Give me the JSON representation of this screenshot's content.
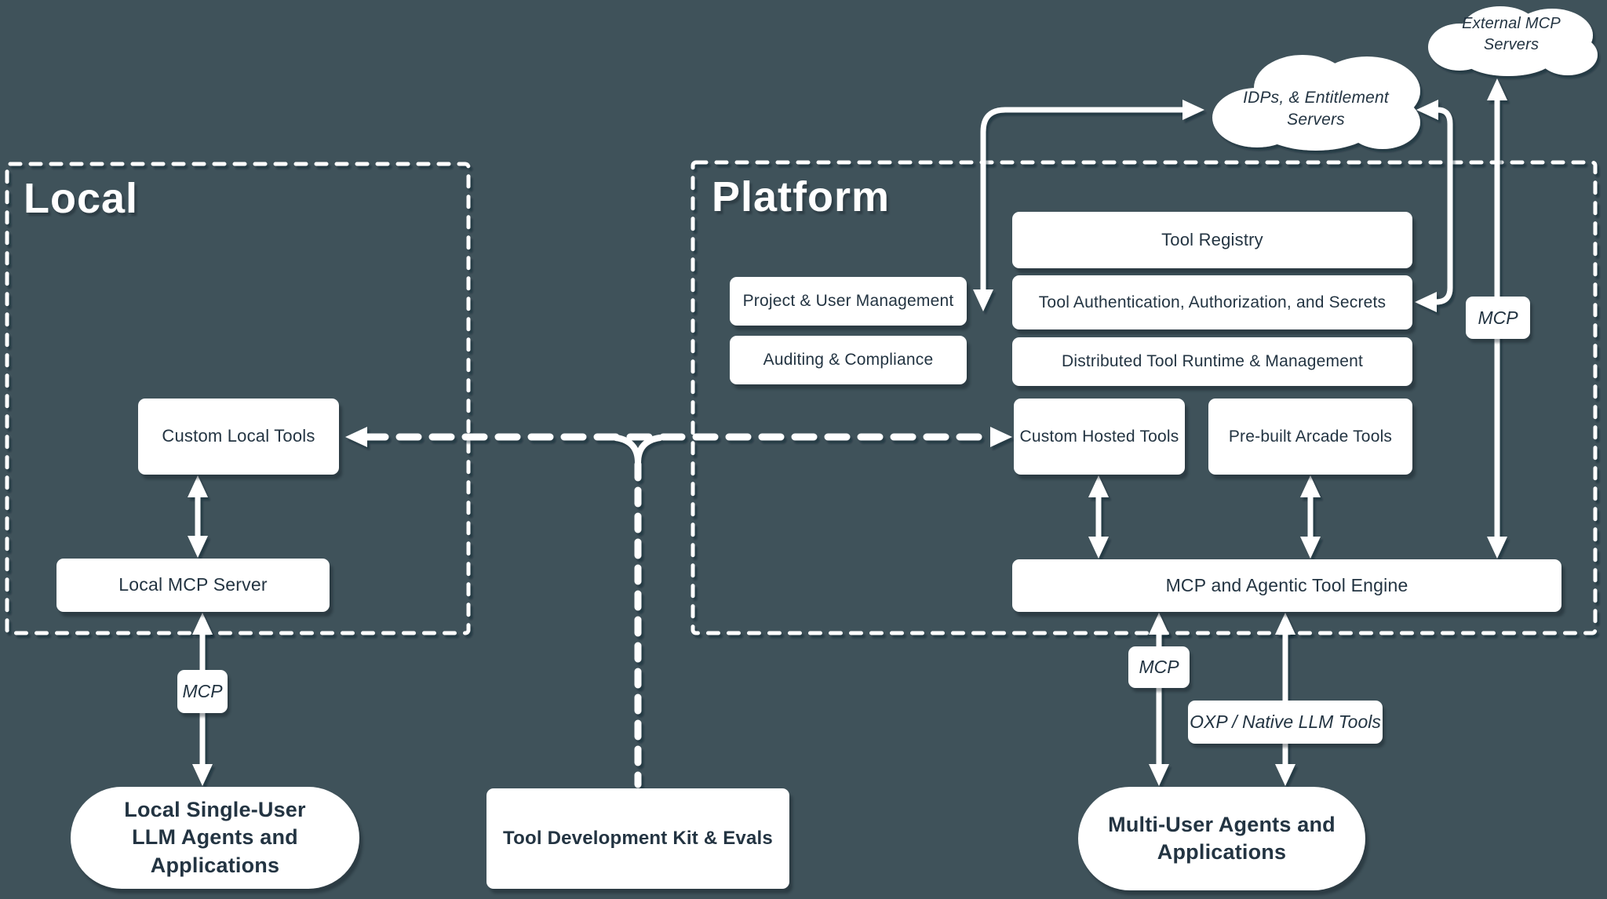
{
  "colors": {
    "background": "#3F525A",
    "ink": "#233442",
    "surface": "#FFFFFF"
  },
  "regions": {
    "local": {
      "title": "Local"
    },
    "platform": {
      "title": "Platform"
    }
  },
  "clouds": {
    "external": {
      "label": "External MCP Servers"
    },
    "idps": {
      "line1": "IDPs, & Entitlement",
      "line2": "Servers"
    }
  },
  "nodes": {
    "custom_local_tools": {
      "label": "Custom Local Tools"
    },
    "local_mcp_server": {
      "label": "Local MCP Server"
    },
    "local_agents": {
      "line1": "Local Single-User",
      "line2": "LLM Agents and Applications"
    },
    "tool_dev_kit": {
      "label": "Tool Development Kit & Evals"
    },
    "project_user_mgmt": {
      "label": "Project & User Management"
    },
    "auditing_compliance": {
      "label": "Auditing & Compliance"
    },
    "tool_registry": {
      "label": "Tool Registry"
    },
    "tool_auth": {
      "label": "Tool Authentication, Authorization, and Secrets"
    },
    "tool_runtime": {
      "label": "Distributed Tool Runtime & Management"
    },
    "custom_hosted_tools": {
      "label": "Custom Hosted Tools"
    },
    "prebuilt_arcade_tools": {
      "label": "Pre-built Arcade Tools"
    },
    "tool_engine": {
      "label": "MCP and Agentic Tool Engine"
    },
    "multi_user_agents": {
      "line1": "Multi-User Agents and",
      "line2": "Applications"
    }
  },
  "edge_labels": {
    "mcp_local": "MCP",
    "mcp_engine": "MCP",
    "mcp_external": "MCP",
    "oxp": "OXP / Native LLM Tools"
  }
}
